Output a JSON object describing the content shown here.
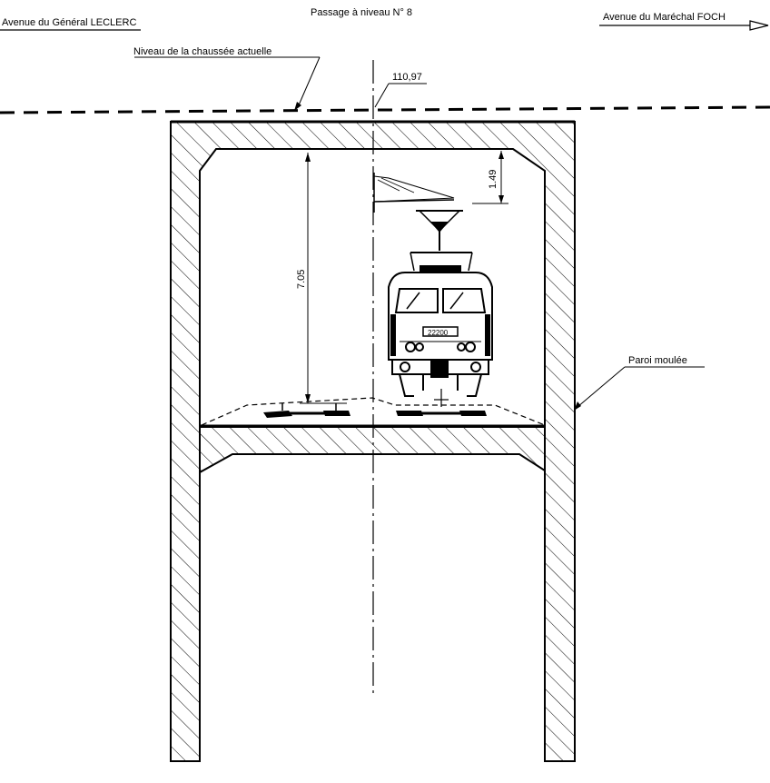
{
  "diagram": {
    "title": "Passage à niveau N° 8",
    "left_street": "Avenue du Général LECLERC",
    "right_street": "Avenue du Maréchal FOCH",
    "road_level_label": "Niveau de la chaussée actuelle",
    "road_elevation": "110,97",
    "wall_label": "Paroi moulée",
    "dimensions": {
      "clearance_height": "7.05",
      "ceiling_to_wire": "1.49"
    },
    "locomotive_number": "22200"
  }
}
